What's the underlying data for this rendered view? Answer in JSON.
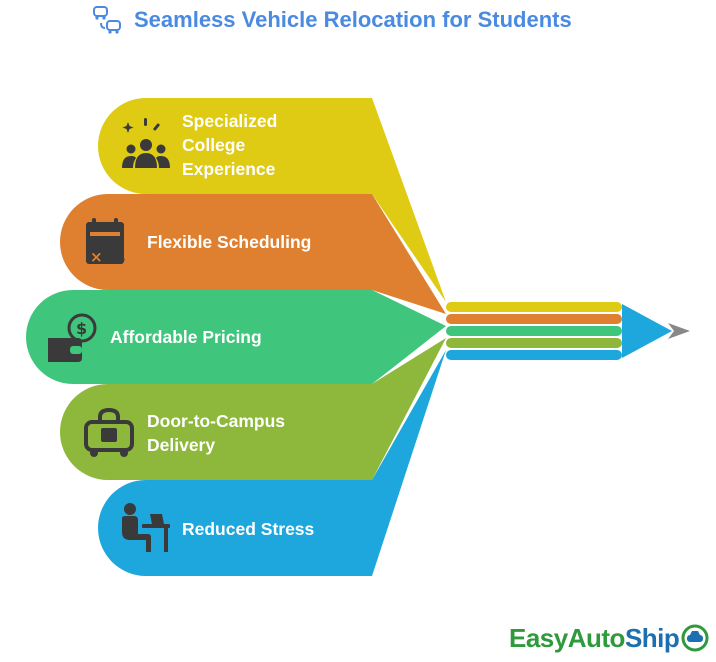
{
  "title": "Seamless Vehicle Relocation for Students",
  "colors": {
    "title": "#4a8ae0",
    "yellow": "#dfca14",
    "orange": "#df8030",
    "green": "#3fc57c",
    "olive": "#8db83b",
    "blue": "#1da7dd",
    "icon": "#3a3a3a"
  },
  "items": [
    {
      "lines": [
        "Specialized",
        "College",
        "Experience"
      ],
      "icon": "people-sparkle-icon"
    },
    {
      "lines": [
        "Flexible Scheduling"
      ],
      "icon": "calendar-times-four-icon"
    },
    {
      "lines": [
        "Affordable Pricing"
      ],
      "icon": "wallet-dollar-icon"
    },
    {
      "lines": [
        "Door-to-Campus",
        "Delivery"
      ],
      "icon": "secure-van-icon"
    },
    {
      "lines": [
        "Reduced Stress"
      ],
      "icon": "person-at-desk-icon"
    }
  ],
  "brand": {
    "part1": "Easy",
    "part2": "Auto",
    "part3": "Ship"
  }
}
